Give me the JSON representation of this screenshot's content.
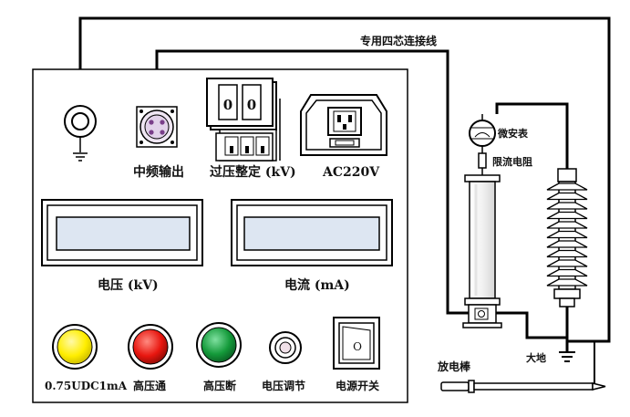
{
  "wiring": {
    "cable_label": "专用四芯连接线"
  },
  "panel": {
    "ports": {
      "mid_freq_output": "中频输出",
      "overvoltage_setting": "过压整定 (kV)",
      "ac_input": "AC220V",
      "dip_switch_digits": [
        "0",
        "0"
      ]
    },
    "meters": {
      "voltage": "电压 (kV)",
      "current": "电流 (mA)"
    },
    "controls": {
      "btn_075": "0.75UDC1mA",
      "btn_hv_on": "高压通",
      "btn_hv_off": "高压断",
      "knob_voltage": "电压调节",
      "power_switch": "电源开关",
      "power_switch_symbol": "O"
    }
  },
  "external": {
    "microammeter": "微安表",
    "limiting_resistor": "限流电阻",
    "ground": "大地",
    "discharge_rod": "放电棒"
  },
  "colors": {
    "yellow_button": "#ffee00",
    "red_button": "#e8160f",
    "green_button": "#149a3a",
    "screen": "#dde6f2"
  }
}
